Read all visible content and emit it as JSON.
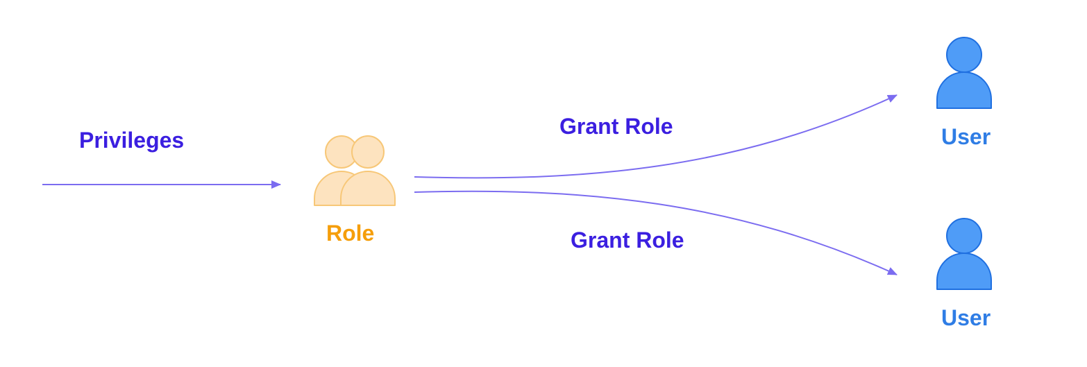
{
  "colors": {
    "arrow": "#7b6cf0",
    "edge_label": "#3b1fe0",
    "role": "#f59e0b",
    "role_fill": "#fde3bf",
    "role_stroke": "#f7c777",
    "user": "#2f7de5",
    "user_fill": "#4f9cf7",
    "user_stroke": "#1f6fe0"
  },
  "labels": {
    "privileges": "Privileges",
    "grant_role_top": "Grant Role",
    "grant_role_bottom": "Grant Role",
    "role": "Role",
    "user_top": "User",
    "user_bottom": "User"
  },
  "icons": {
    "role": "role-group-icon",
    "user": "user-icon"
  }
}
